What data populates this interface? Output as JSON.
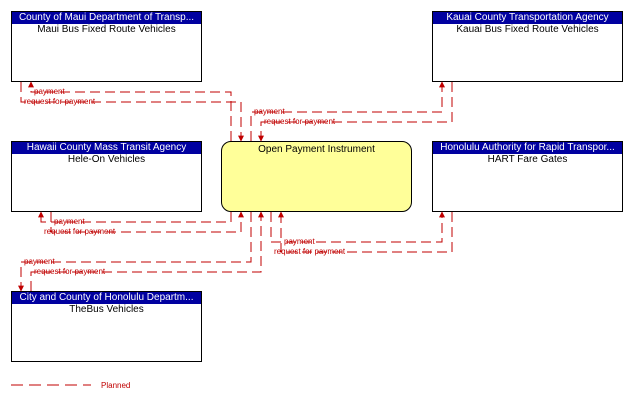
{
  "center": {
    "label": "Open Payment Instrument"
  },
  "boxes": {
    "maui": {
      "header": "County of Maui Department of Transp...",
      "label": "Maui Bus Fixed Route Vehicles"
    },
    "kauai": {
      "header": "Kauai County Transportation Agency",
      "label": "Kauai Bus Fixed Route Vehicles"
    },
    "hawaii": {
      "header": "Hawaii County Mass Transit Agency",
      "label": "Hele-On Vehicles"
    },
    "honolulu_rapid": {
      "header": "Honolulu Authority for Rapid Transpor...",
      "label": "HART Fare Gates"
    },
    "honolulu_city": {
      "header": "City and County of Honolulu Departm...",
      "label": "TheBus Vehicles"
    }
  },
  "flows": {
    "payment": "payment",
    "request_for_payment": "request for payment",
    "payment_hart": "payment",
    "request_for_payment_hart": "request for payment"
  },
  "legend": {
    "planned_label": "Planned"
  },
  "colors": {
    "header_bg": "#0000a0",
    "center_fill": "#ffff99",
    "flow_line": "#c00000"
  }
}
